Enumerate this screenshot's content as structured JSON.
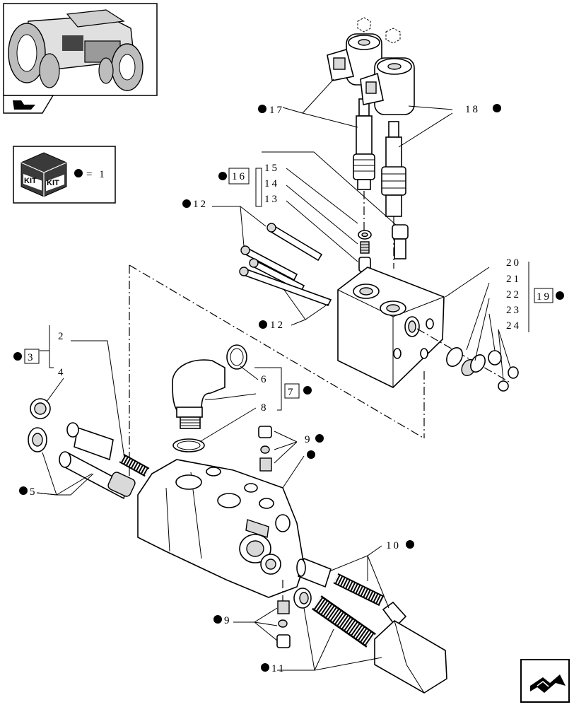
{
  "thumbnail": {
    "icon": "tractor-thumbnail"
  },
  "kit_legend": {
    "kit_word": "KIT",
    "equals": "= 1"
  },
  "callouts": {
    "c17": "17",
    "c18": "18",
    "c16": "16",
    "c15": "15",
    "c14": "14",
    "c13": "13",
    "c12a": "12",
    "c12b": "12",
    "c20": "20",
    "c21": "21",
    "c22": "22",
    "c23": "23",
    "c24": "24",
    "c19": "19",
    "c2": "2",
    "c3": "3",
    "c4": "4",
    "c5": "5",
    "c6": "6",
    "c7": "7",
    "c8": "8",
    "c9a": "9",
    "c9b": "9",
    "c10": "10",
    "c11": "11"
  },
  "nav": {
    "icon": "return-arrow-icon"
  }
}
